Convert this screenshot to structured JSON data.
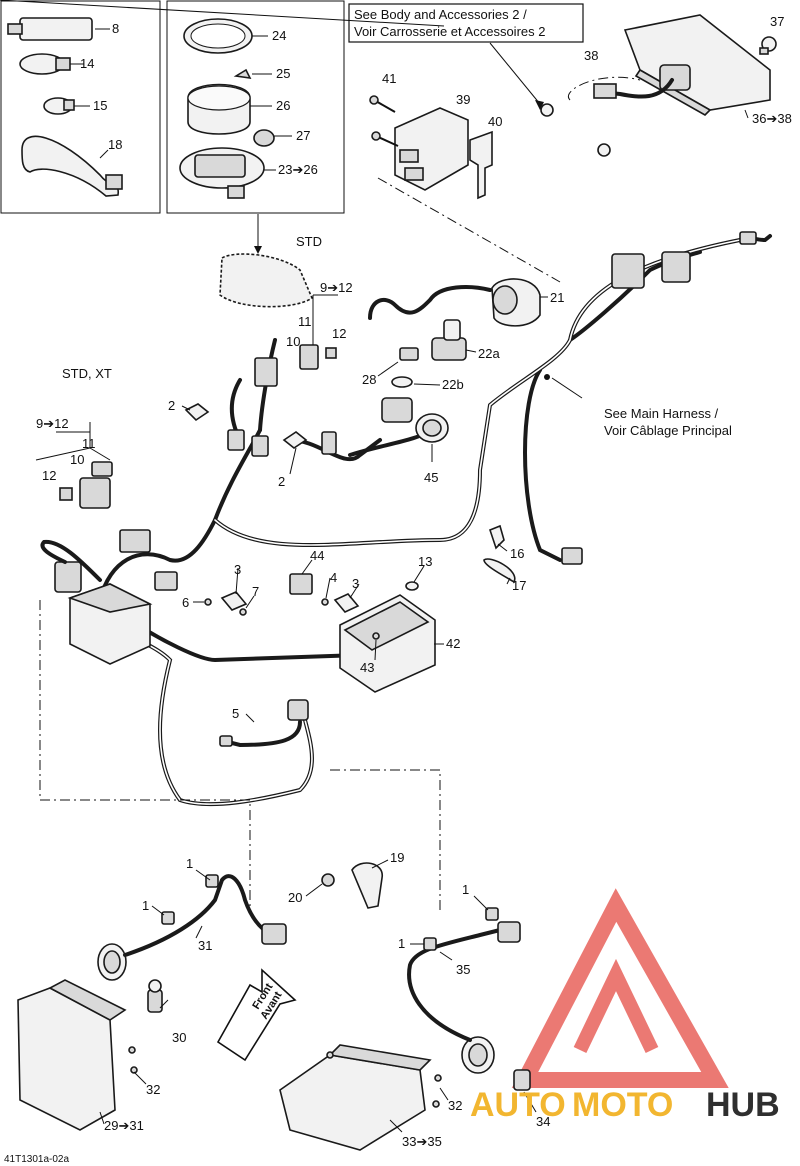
{
  "notes": {
    "body_line1": "See Body and Accessories 2 /",
    "body_line2": "Voir Carrosserie et Accessoires 2",
    "harness_line1": "See Main Harness /",
    "harness_line2": "Voir Câblage Principal",
    "std": "STD",
    "std_xt": "STD, XT",
    "front_line1": "Front",
    "front_line2": "Avant"
  },
  "callouts": {
    "c8": "8",
    "c14": "14",
    "c15": "15",
    "c18": "18",
    "c24": "24",
    "c25": "25",
    "c26": "26",
    "c27": "27",
    "c23_26": "23➔26",
    "c37": "37",
    "c38": "38",
    "c36_38": "36➔38",
    "c41": "41",
    "c39": "39",
    "c40": "40",
    "c9_12a": "9➔12",
    "c11a": "11",
    "c12a": "12",
    "c10a": "10",
    "c21": "21",
    "c22a": "22a",
    "c28": "28",
    "c22b": "22b",
    "c45": "45",
    "c9_12b": "9➔12",
    "c11b": "11",
    "c10b": "10",
    "c12b": "12",
    "c2a": "2",
    "c2b": "2",
    "c16": "16",
    "c17": "17",
    "c44": "44",
    "c4": "4",
    "c3a": "3",
    "c3b": "3",
    "c13": "13",
    "c6": "6",
    "c7": "7",
    "c42": "42",
    "c43": "43",
    "c5": "5",
    "c1a": "1",
    "c1b": "1",
    "c31": "31",
    "c30": "30",
    "c32a": "32",
    "c29_31": "29➔31",
    "c19": "19",
    "c20": "20",
    "c1c": "1",
    "c1d": "1",
    "c35": "35",
    "c32b": "32",
    "c34": "34",
    "c33_35": "33➔35"
  },
  "drawing_code": "41T1301a-02a",
  "watermark": {
    "brand_auto": "AUTO",
    "brand_moto": "MOTO",
    "brand_hub": "HUB",
    "triangle_color": "#e8625a",
    "auto_color": "#f2b630",
    "hub_color": "#2f2f2f"
  }
}
